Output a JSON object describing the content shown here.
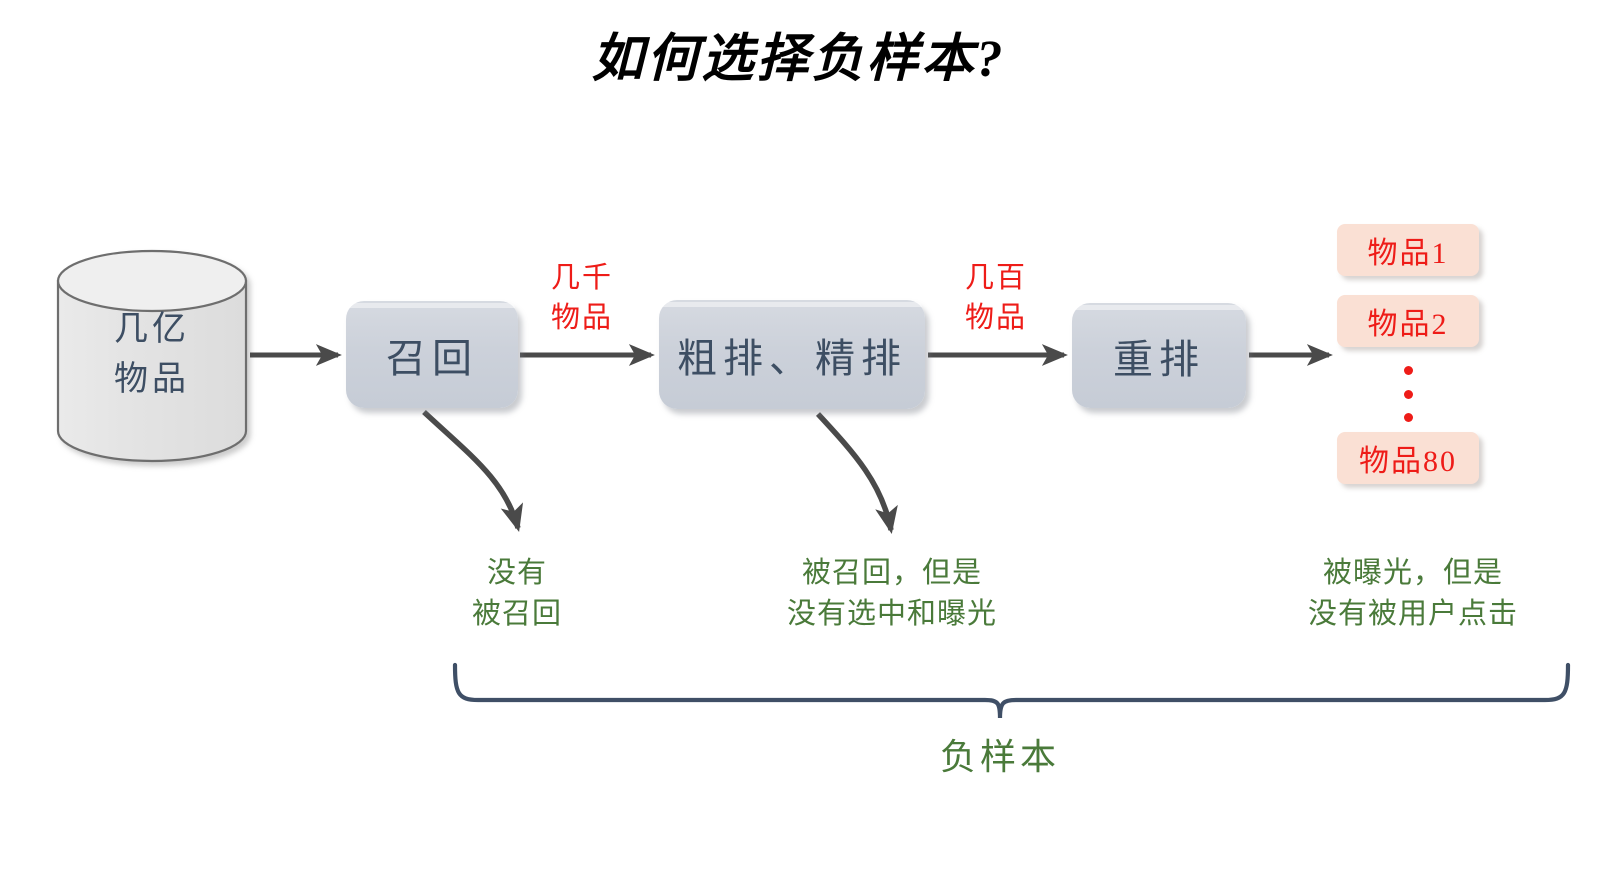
{
  "title": "如何选择负样本?",
  "source": {
    "name": "item-database-cylinder",
    "label_line1": "几亿",
    "label_line2": "物品"
  },
  "stages": [
    {
      "id": "recall",
      "label": "召回"
    },
    {
      "id": "ranking",
      "label": "粗排、精排"
    },
    {
      "id": "rerank",
      "label": "重排"
    }
  ],
  "volume_labels": [
    {
      "id": "thousands",
      "line1": "几千",
      "line2": "物品"
    },
    {
      "id": "hundreds",
      "line1": "几百",
      "line2": "物品"
    }
  ],
  "items": [
    {
      "id": "item-1",
      "label": "物品1"
    },
    {
      "id": "item-2",
      "label": "物品2"
    },
    {
      "id": "item-80",
      "label": "物品80"
    }
  ],
  "notes": [
    {
      "id": "not-recalled",
      "line1": "没有",
      "line2": "被召回"
    },
    {
      "id": "recalled-not-exposed",
      "line1": "被召回，但是",
      "line2": "没有选中和曝光"
    },
    {
      "id": "exposed-not-clicked",
      "line1": "被曝光，但是",
      "line2": "没有被用户点击"
    }
  ],
  "brace": {
    "label": "负样本"
  },
  "colors": {
    "title_text": "#000000",
    "stage_fill": "#ccd1da",
    "stage_text": "#3d4e63",
    "item_fill": "#fae0d4",
    "item_text": "#ee1c18",
    "volume_text": "#ee1c18",
    "note_text": "#4a7a3a",
    "arrow": "#4a4a4a",
    "brace": "#3f4f66",
    "cylinder_fill": "#e6e6e6",
    "cylinder_stroke": "#6e6e6e",
    "background": "#ffffff"
  }
}
